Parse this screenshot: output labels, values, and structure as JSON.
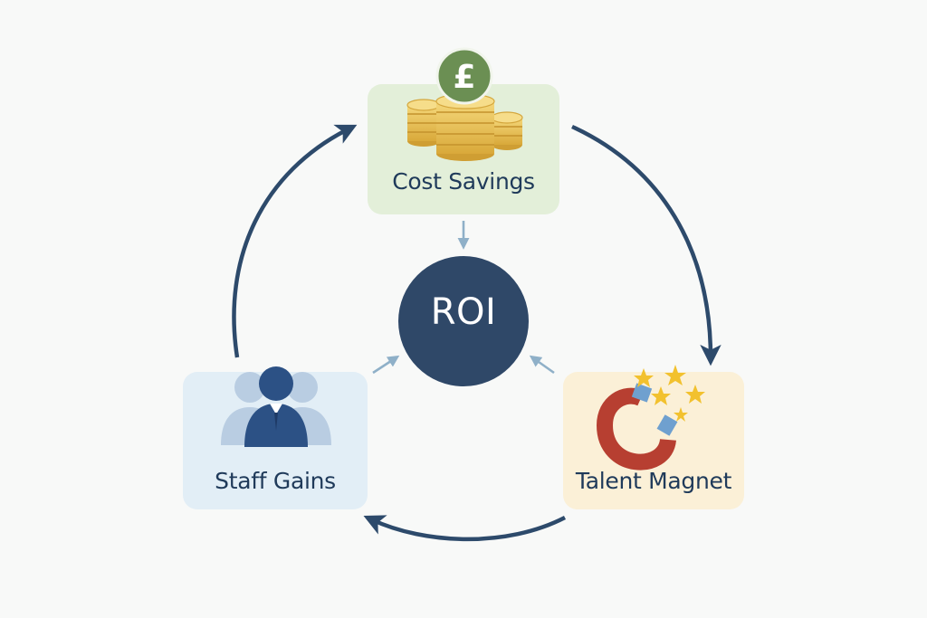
{
  "diagram": {
    "center": {
      "label": "ROI"
    },
    "nodes": [
      {
        "id": "cost-savings",
        "label": "Cost Savings",
        "icon": "pound-coins-icon",
        "color": "#e3efd9"
      },
      {
        "id": "talent-magnet",
        "label": "Talent Magnet",
        "icon": "magnet-stars-icon",
        "color": "#fbf0d7"
      },
      {
        "id": "staff-gains",
        "label": "Staff Gains",
        "icon": "staff-group-icon",
        "color": "#e2eef6"
      }
    ],
    "colors": {
      "cycle_arrow": "#2d4a6b",
      "center_fill": "#2f4868",
      "feed_arrow": "#8fb0c8",
      "label_text": "#1f3a5a"
    },
    "icons": {
      "pound_symbol": "£"
    }
  }
}
